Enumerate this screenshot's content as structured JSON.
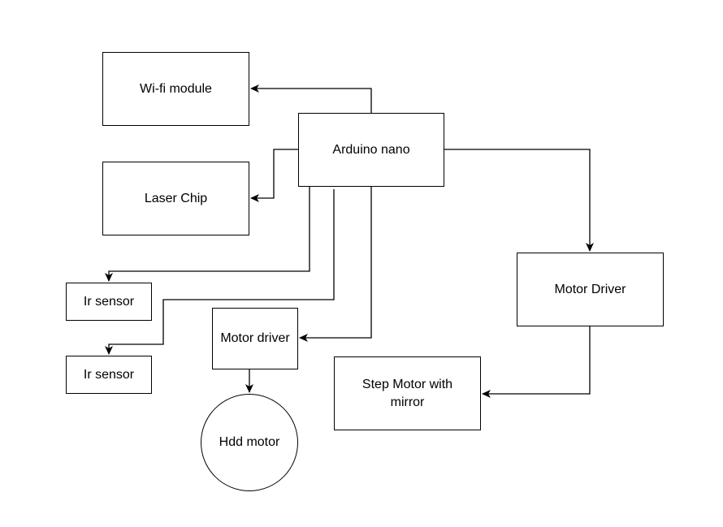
{
  "diagram": {
    "nodes": {
      "wifi": "Wi-fi module",
      "laser": "Laser Chip",
      "arduino": "Arduino nano",
      "ir_sensor_1": "Ir sensor",
      "ir_sensor_2": "Ir sensor",
      "motor_driver_small": "Motor driver",
      "hdd_motor": "Hdd motor",
      "motor_driver_big": "Motor Driver",
      "step_motor": "Step Motor with mirror"
    },
    "edges": [
      {
        "from": "arduino",
        "to": "wifi"
      },
      {
        "from": "arduino",
        "to": "laser"
      },
      {
        "from": "arduino",
        "to": "ir_sensor_1"
      },
      {
        "from": "arduino",
        "to": "ir_sensor_2"
      },
      {
        "from": "arduino",
        "to": "motor_driver_small"
      },
      {
        "from": "motor_driver_small",
        "to": "hdd_motor"
      },
      {
        "from": "arduino",
        "to": "motor_driver_big"
      },
      {
        "from": "motor_driver_big",
        "to": "step_motor"
      }
    ]
  }
}
